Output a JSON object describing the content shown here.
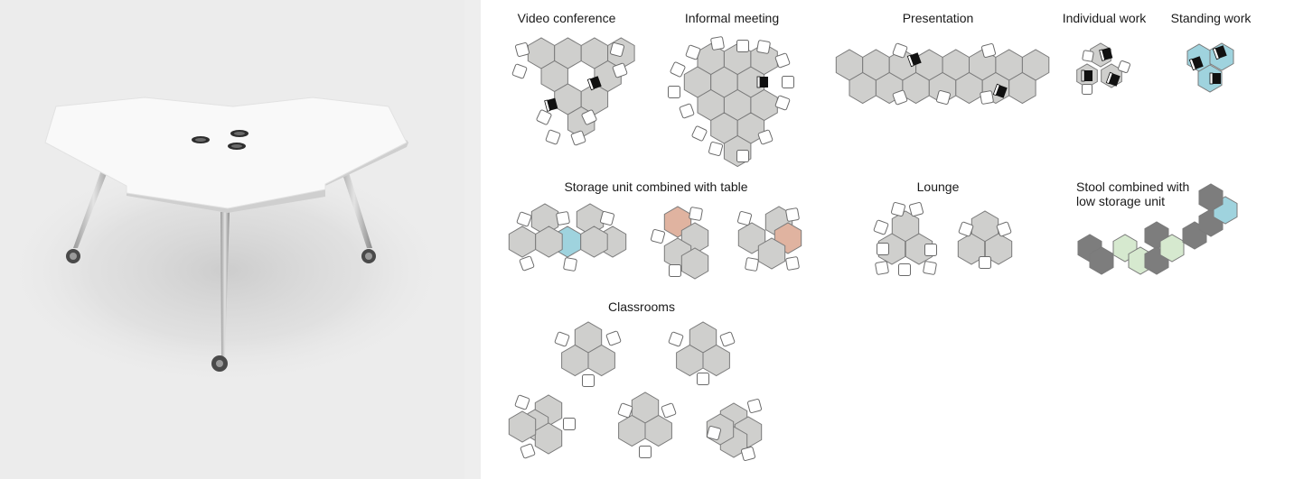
{
  "labels": {
    "video_conference": "Video conference",
    "informal_meeting": "Informal meeting",
    "presentation": "Presentation",
    "individual_work": "Individual work",
    "standing_work": "Standing work",
    "storage_unit": "Storage unit combined with table",
    "lounge": "Lounge",
    "stool_storage_line1": "Stool combined with",
    "stool_storage_line2": "low storage unit",
    "classrooms": "Classrooms"
  },
  "colors": {
    "table_gray": "#cfcfcd",
    "storage_blue": "#9fd3de",
    "storage_terracotta": "#e0b3a0",
    "stool_dark": "#7d7d7d",
    "stool_light_green": "#d6e9cf",
    "standing_blue": "#9fd3de",
    "outline": "#7a7a7a"
  },
  "icons": {
    "chair": "chair-square-icon",
    "laptop": "laptop-icon",
    "grommet": "cable-grommet-icon"
  }
}
